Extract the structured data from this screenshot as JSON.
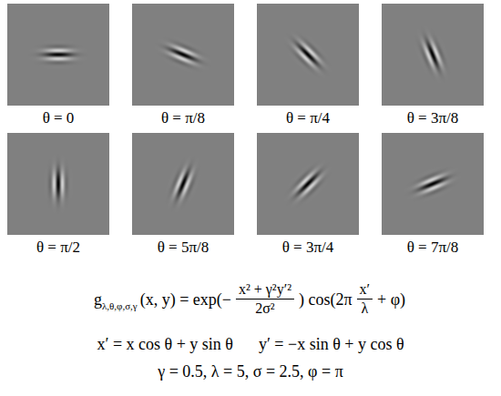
{
  "diagram": {
    "labels": [
      "θ = 0",
      "θ = π/8",
      "θ = π/4",
      "θ = 3π/8",
      "θ = π/2",
      "θ = 5π/8",
      "θ = 3π/4",
      "θ = 7π/8",
      "g",
      "λ,θ,φ,σ,γ",
      "(x, y) = exp(−",
      "x² + γ²y′²",
      "2σ²",
      ") cos(2π",
      "x′",
      "λ",
      "+ φ)",
      "x′ = x cos θ + y sin θ",
      "y′ = −x sin θ + y cos θ",
      "γ = 0.5, λ = 5, σ = 2.5, φ = π"
    ]
  }
}
